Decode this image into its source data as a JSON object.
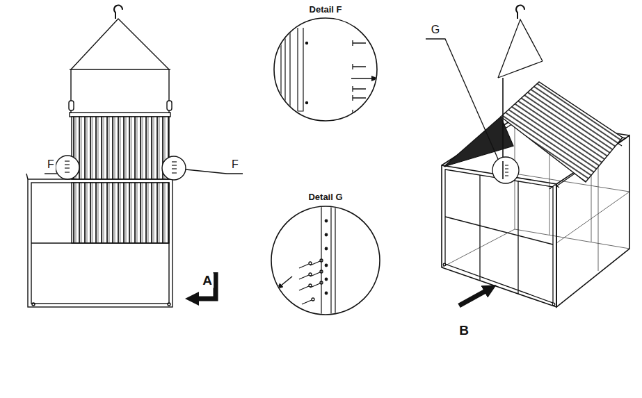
{
  "diagram": {
    "labels": [
      "Detail F",
      "F",
      "F",
      "G",
      "Detail G",
      "A",
      "B"
    ]
  }
}
